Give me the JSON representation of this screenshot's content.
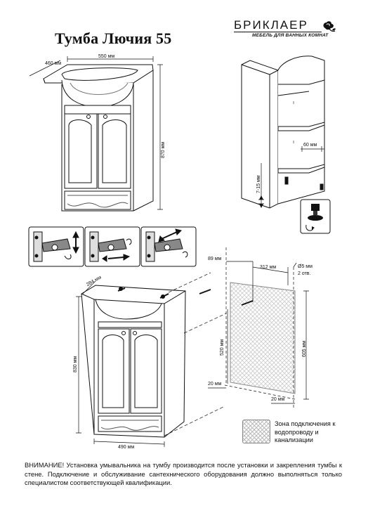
{
  "header": {
    "title": "Тумба Лючия 55",
    "brand_name": "БРИКЛАЕР",
    "brand_tagline": "МЕБЕЛЬ ДЛЯ ВАННЫХ КОМНАТ"
  },
  "top_cabinet": {
    "depth": "460 мм",
    "width": "550 мм",
    "height": "870 мм"
  },
  "shelf_view": {
    "leg_adjust": "7-15 мм",
    "back_offset": "60 мм"
  },
  "bottom_cabinet": {
    "depth": "284 мм",
    "height": "830 мм",
    "width": "490 мм"
  },
  "wall_zone": {
    "left_offset": "89 мм",
    "hole_spacing": "312 мм",
    "hole_diameter": "Ø5 мм",
    "hole_count": "2 отв.",
    "hole_height": "520 мм",
    "zone_height": "605 мм",
    "left_margin": "20 мм",
    "right_margin": "20 мм"
  },
  "legend": {
    "text": "Зона подключения к водопроводу и канализации"
  },
  "notice": {
    "text": "ВНИМАНИЕ! Установка умывальника на тумбу производится после установки и закрепления тумбы к стене. Подключение и обслуживание сантехнического оборудования должно выполняться только специалистом соответствующей квалификации."
  }
}
